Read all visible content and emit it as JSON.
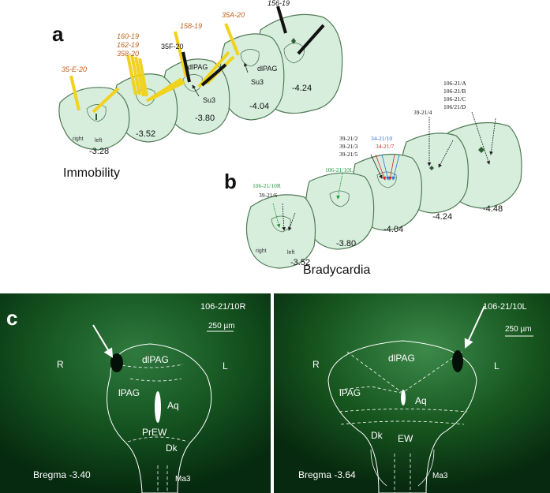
{
  "panel_a": {
    "letter": "a",
    "caption": "Immobility",
    "side_right": "right",
    "side_left": "left",
    "bregma": [
      "-3.28",
      "-3.52",
      "-3.80",
      "-4.04",
      "-4.24"
    ],
    "labels": {
      "l_35e20": "35-E-20",
      "l_160": "160-19",
      "l_162": "162-19",
      "l_358": "358-20",
      "l_158": "158-19",
      "l_35a20": "35A-20",
      "l_156": "156-19",
      "l_35f20": "35F-20",
      "l_dlpag1": "dlPAG",
      "l_dlpag2": "dlPAG",
      "l_su3a": "Su3",
      "l_su3b": "Su3"
    },
    "colors": {
      "section_fill": "#d7eedd",
      "section_stroke": "#4f7a55",
      "bar_yellow": "#f1d21c",
      "bar_black": "#111111",
      "label_orange": "#c0601a"
    }
  },
  "panel_b": {
    "letter": "b",
    "caption": "Bradycardia",
    "side_right": "right",
    "side_left": "left",
    "bregma": [
      "-3.52",
      "-3.80",
      "-4.04",
      "-4.24",
      "-4.48"
    ],
    "labels": {
      "g1": "106-21/10R",
      "g2": "106-21/10L",
      "k1": "39-21/6",
      "k2": "39-21/2",
      "k3": "39-21/3",
      "k4": "39-21/5",
      "blue": "34-21/10",
      "red": "34-21/7",
      "k5": "39-21/4",
      "d1": "106-21/A",
      "d2": "106-21/B",
      "d3": "106-21/C",
      "d4": "106/21/D"
    },
    "colors": {
      "green": "#1f9a3a",
      "blue": "#2a6fd6",
      "red": "#d42020"
    }
  },
  "panel_c": {
    "letter": "c",
    "left": {
      "id": "106-21/10R",
      "scale": "250 µm",
      "R": "R",
      "L": "L",
      "regions": [
        "dlPAG",
        "lPAG",
        "Aq",
        "PrEW",
        "Dk",
        "Ma3"
      ],
      "bregma": "Bregma -3.40"
    },
    "right": {
      "id": "106-21/10L",
      "scale": "250 µm",
      "R": "R",
      "L": "L",
      "regions": [
        "dlPAG",
        "lPAG",
        "Aq",
        "Dk",
        "EW",
        "Ma3"
      ],
      "bregma": "Bregma -3.64"
    },
    "colors": {
      "bg": "#0a3a16",
      "glow": "#2f7a3f"
    }
  }
}
